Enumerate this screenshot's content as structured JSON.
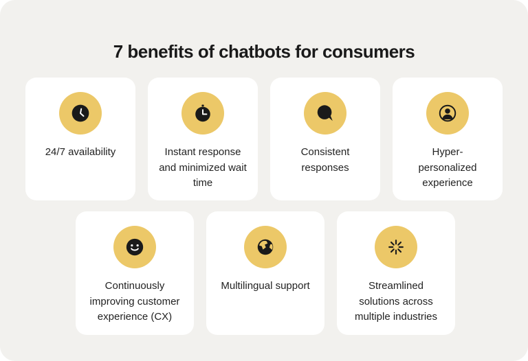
{
  "page": {
    "title": "7 benefits of chatbots for consumers"
  },
  "colors": {
    "page_background": "#ffffff",
    "panel_background": "#f2f1ee",
    "card_background": "#ffffff",
    "icon_badge": "#ecc868",
    "icon_glyph": "#1a1a1a",
    "title_text": "#1a1a1a",
    "body_text": "#222222"
  },
  "benefits": [
    {
      "icon": "clock-icon",
      "label": "24/7 availability"
    },
    {
      "icon": "stopwatch-icon",
      "label": "Instant response and minimized wait time"
    },
    {
      "icon": "speech-bubble-icon",
      "label": "Consistent responses"
    },
    {
      "icon": "user-profile-icon",
      "label": "Hyper-personalized experience"
    },
    {
      "icon": "smiley-face-icon",
      "label": "Continuously improving customer experience (CX)"
    },
    {
      "icon": "globe-icon",
      "label": "Multilingual support"
    },
    {
      "icon": "starburst-icon",
      "label": "Streamlined solutions across multiple industries"
    }
  ]
}
